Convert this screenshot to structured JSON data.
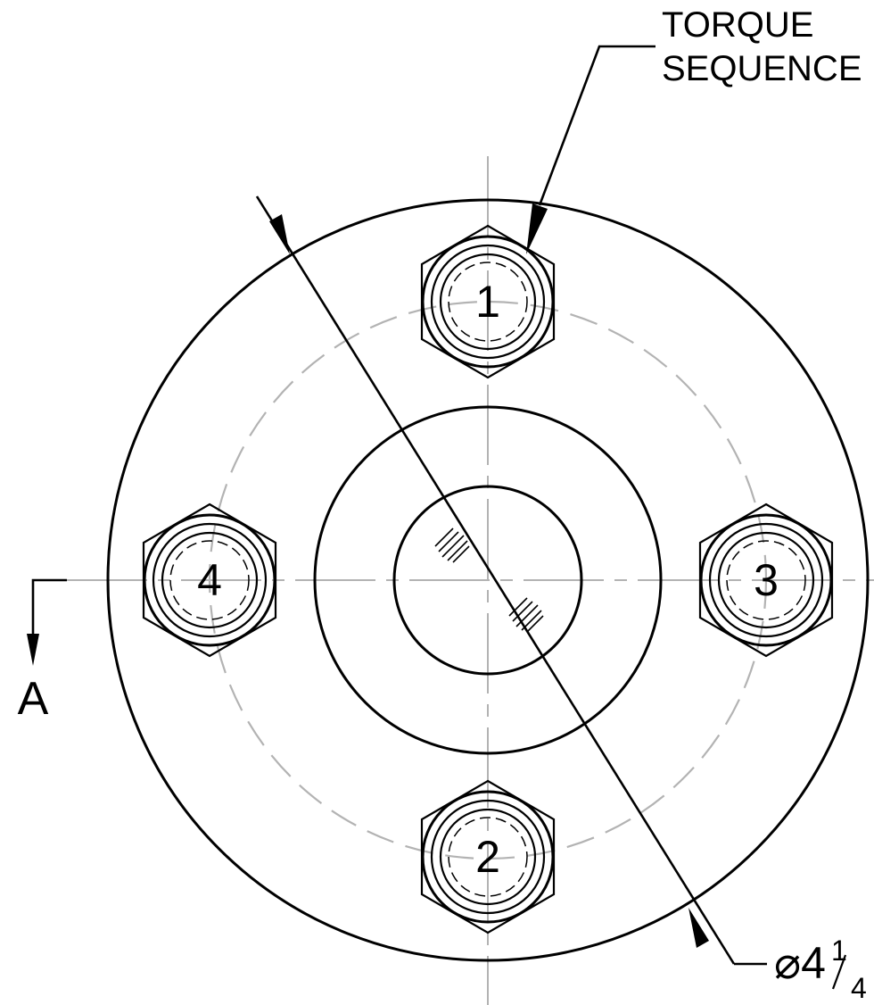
{
  "note": {
    "line1": "TORQUE",
    "line2": "SEQUENCE"
  },
  "section_label": "A",
  "dimension": {
    "prefix": "⌀",
    "whole": "4",
    "fraction_top": "1",
    "fraction_bottom": "4"
  },
  "bolts": [
    {
      "label": "1"
    },
    {
      "label": "2"
    },
    {
      "label": "3"
    },
    {
      "label": "4"
    }
  ]
}
